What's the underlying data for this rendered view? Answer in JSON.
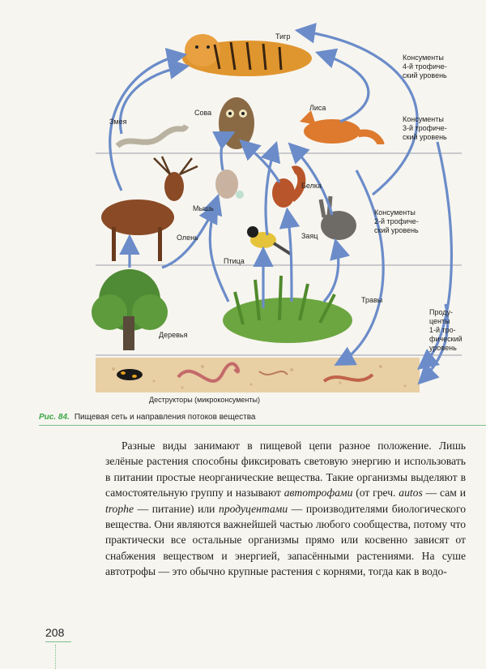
{
  "figure": {
    "organisms": {
      "tiger": "Тигр",
      "snake": "Змея",
      "owl": "Сова",
      "fox": "Лиса",
      "mouse": "Мышь",
      "squirrel": "Белка",
      "deer": "Олень",
      "hare": "Заяц",
      "bird": "Птица",
      "grasses": "Травы",
      "trees": "Деревья"
    },
    "levels": {
      "consumers4": [
        "Консументы",
        "4-й трофиче-",
        "ский уровень"
      ],
      "consumers3": [
        "Консументы",
        "3-й трофиче-",
        "ский уровень"
      ],
      "consumers2": [
        "Консументы",
        "2-й трофиче-",
        "ский уровень"
      ],
      "producers": [
        "Проду-",
        "центы",
        "1-й тро-",
        "фический",
        "уровень"
      ]
    },
    "destructors": "Деструкторы (микроконсументы)",
    "caption_number": "Рис. 84.",
    "caption_text": "Пищевая сеть и направления потоков вещества"
  },
  "text": {
    "p1_a": "Разные виды занимают в пищевой цепи разное положение. Лишь зелёные растения способны фиксировать световую энергию и использовать в питании простые неорганические вещества. Такие организмы выделяют в самостоятельную группу и называют ",
    "term_autotrophs": "автотрофами",
    "p1_b": " (от греч. ",
    "autos": "autos",
    "p1_c": " — сам и ",
    "trophe": "trophe",
    "p1_d": " — питание) или ",
    "term_producers": "продуцентами",
    "p1_e": " — производителями биологического вещества. Они являются важнейшей частью любого сообщества, потому что практически все остальные организмы прямо или косвенно зависят от снабжения веществом и энергией, запасёнными растениями. На суше автотрофы — это обычно крупные растения с корнями, тогда как в водо-"
  },
  "page_number": "208",
  "colors": {
    "arrow": "#6b8cc9",
    "accent": "#3aa646",
    "rule": "#7cc08a"
  }
}
